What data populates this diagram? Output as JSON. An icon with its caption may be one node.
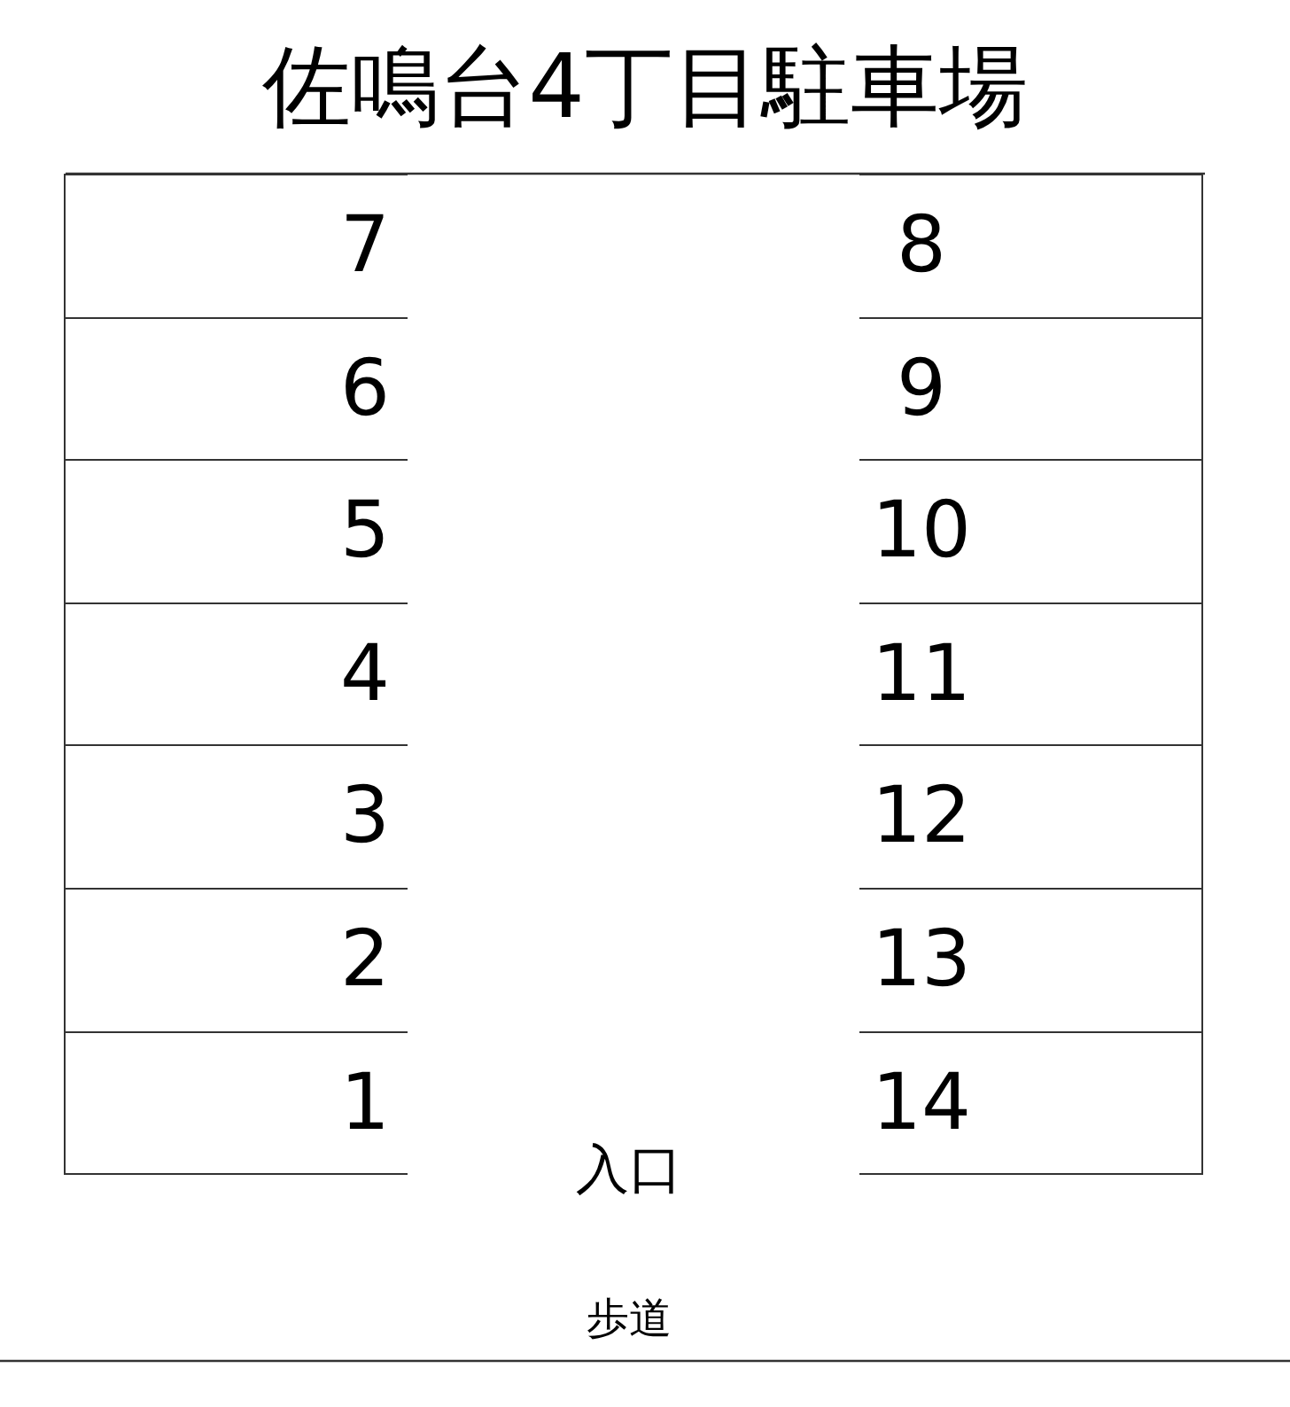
{
  "diagram": {
    "title": "佐鳴台4丁目駐車場",
    "nodes": [
      {
        "text": [
          "7"
        ]
      },
      {
        "text": [
          "8"
        ]
      },
      {
        "text": [
          "6"
        ]
      },
      {
        "text": [
          "9"
        ]
      },
      {
        "text": [
          "5"
        ]
      },
      {
        "text": [
          "10"
        ]
      },
      {
        "text": [
          "4"
        ]
      },
      {
        "text": [
          "11"
        ]
      },
      {
        "text": [
          "3"
        ]
      },
      {
        "text": [
          "12"
        ]
      },
      {
        "text": [
          "2"
        ]
      },
      {
        "text": [
          "13"
        ]
      },
      {
        "text": [
          "1"
        ]
      },
      {
        "text": [
          "14"
        ]
      }
    ],
    "labels": [
      "入口",
      "歩道"
    ]
  }
}
